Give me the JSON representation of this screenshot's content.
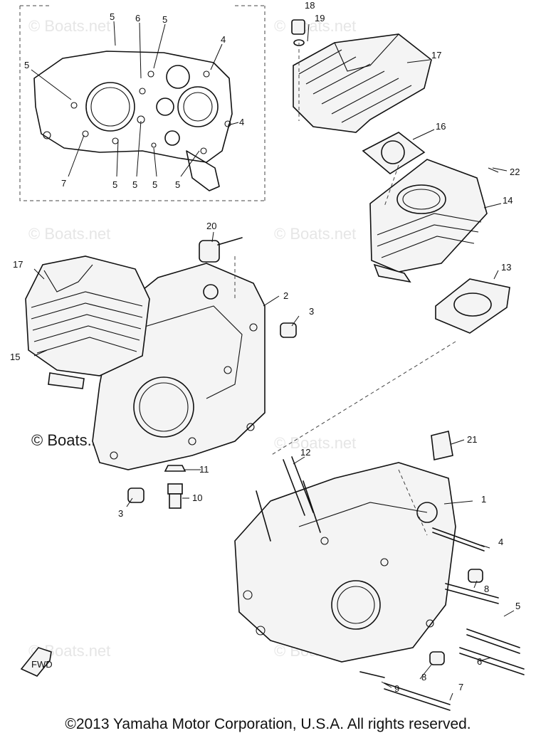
{
  "watermark": {
    "text": "© Boats.net",
    "dark_text": "© Boats.net"
  },
  "fwd_label": "FWD",
  "callouts": {
    "c1": "1",
    "c2": "2",
    "c3a": "3",
    "c3b": "3",
    "c4a": "4",
    "c4b": "4",
    "c4c": "4",
    "c5a": "5",
    "c5b": "5",
    "c5c": "5",
    "c5d": "5",
    "c5e": "5",
    "c5f": "5",
    "c5g": "5",
    "c5h": "5",
    "c6a": "6",
    "c6b": "6",
    "c7a": "7",
    "c7b": "7",
    "c8a": "8",
    "c8b": "8",
    "c9": "9",
    "c10": "10",
    "c11": "11",
    "c12": "12",
    "c13": "13",
    "c14": "14",
    "c15": "15",
    "c16": "16",
    "c17a": "17",
    "c17b": "17",
    "c18": "18",
    "c19": "19",
    "c20": "20",
    "c21": "21",
    "c22": "22"
  },
  "copyright": "©2013 Yamaha Motor Corporation, U.S.A. All rights reserved."
}
